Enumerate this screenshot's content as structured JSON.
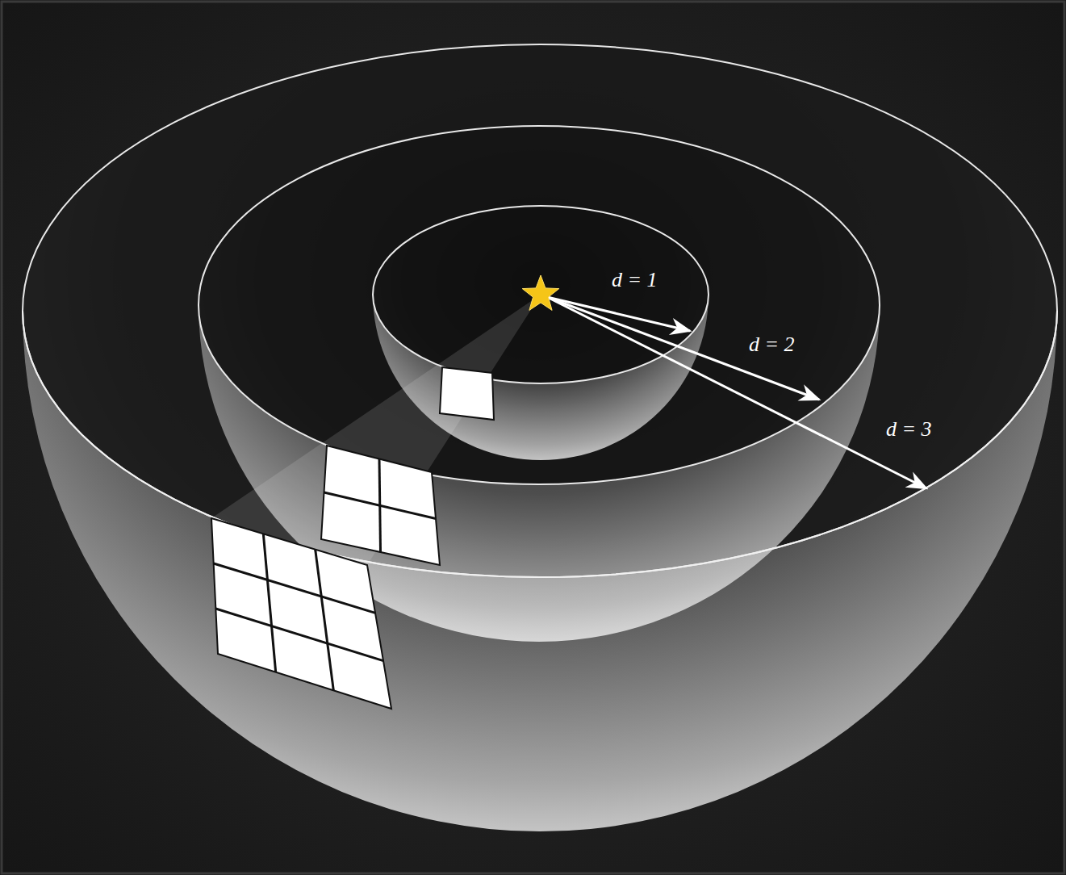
{
  "diagram": {
    "labels": [
      "d = 1",
      "d = 2",
      "d = 3"
    ]
  }
}
